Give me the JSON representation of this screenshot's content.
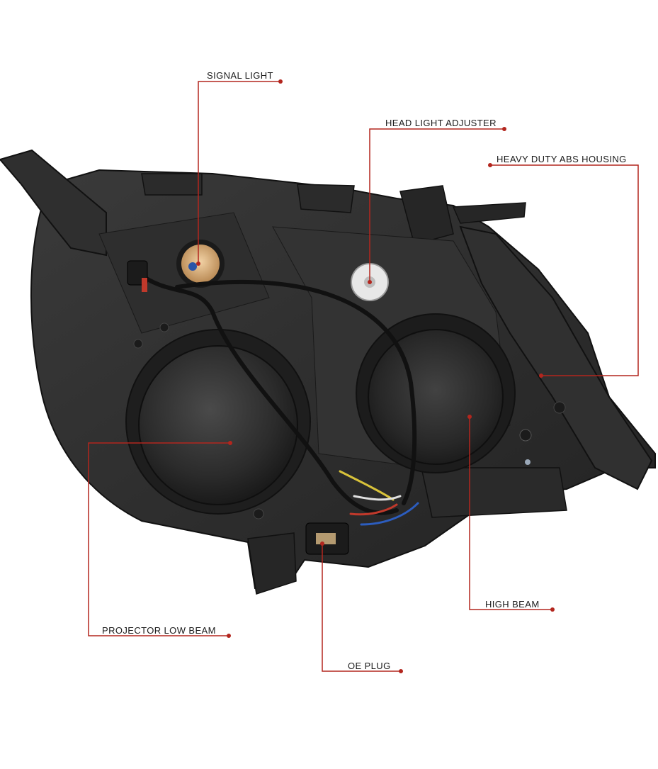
{
  "colors": {
    "leader_line": "#b3261e",
    "background": "#ffffff",
    "housing": "#2a2a2a"
  },
  "callouts": {
    "signal_light": "SIGNAL LIGHT",
    "head_light_adjuster": "HEAD LIGHT ADJUSTER",
    "heavy_duty_abs_housing": "HEAVY DUTY ABS HOUSING",
    "projector_low_beam": "PROJECTOR LOW BEAM",
    "high_beam": "HIGH BEAM",
    "oe_plug": "OE PLUG"
  }
}
